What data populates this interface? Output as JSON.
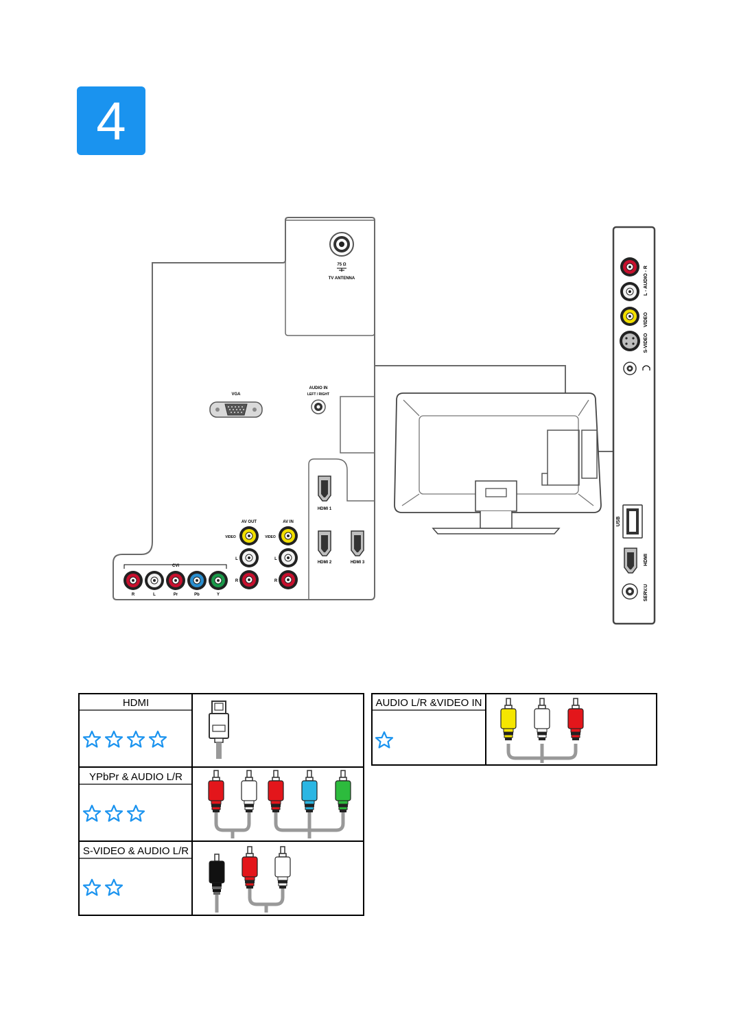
{
  "step": {
    "number": "4"
  },
  "tv_back": {
    "antenna": {
      "ohm": "75 Ω",
      "label": "TV ANTENNA"
    },
    "vga": {
      "label": "VGA"
    },
    "audio_in": {
      "label": "AUDIO IN",
      "sublabel": "LEFT / RIGHT"
    },
    "hdmi1": {
      "label": "HDMI 1"
    },
    "hdmi2": {
      "label": "HDMI 2"
    },
    "hdmi3": {
      "label": "HDMI 3"
    },
    "av_out": {
      "label": "AV OUT",
      "video": "VIDEO",
      "l": "L",
      "r": "R"
    },
    "av_in": {
      "label": "AV IN",
      "video": "VIDEO",
      "l": "L",
      "r": "R"
    },
    "cvi": {
      "label": "CVI",
      "ports": [
        "R",
        "L",
        "Pr",
        "Pb",
        "Y"
      ]
    }
  },
  "side_panel": {
    "audio_label": "L - AUDIO - R",
    "video_label": "VIDEO",
    "svideo_label": "S-VIDEO",
    "usb_label": "USB",
    "hdmi_label": "HDMI",
    "serv_label": "SERV.U"
  },
  "connections": [
    {
      "name": "HDMI",
      "stars": 4
    },
    {
      "name": "YPbPr & AUDIO L/R",
      "stars": 3
    },
    {
      "name": "S-VIDEO & AUDIO L/R",
      "stars": 2
    },
    {
      "name": "AUDIO L/R &VIDEO IN",
      "stars": 1
    }
  ],
  "colors": {
    "badge_blue": "#1a93ef",
    "star_blue": "#1a93ef",
    "red": "#e3161b",
    "white": "#ffffff",
    "yellow": "#f5e600",
    "cyan": "#2bb6e3",
    "green": "#2dbb3d",
    "black": "#111111",
    "port_red": "#c8102e",
    "port_yellow": "#f2df00",
    "port_blue": "#2a8fd0",
    "port_green": "#1a9a4a"
  }
}
